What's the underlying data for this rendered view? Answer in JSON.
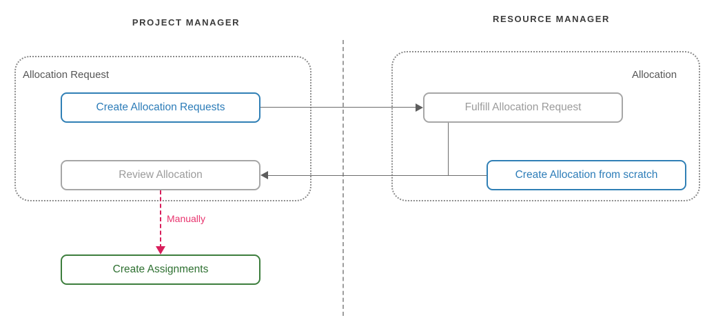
{
  "diagram": {
    "title_left": "PROJECT MANAGER",
    "title_right": "RESOURCE MANAGER",
    "groups": [
      {
        "id": "allocation-request",
        "label": "Allocation Request"
      },
      {
        "id": "allocation",
        "label": "Allocation"
      }
    ],
    "nodes": [
      {
        "id": "create-allocation-requests",
        "label": "Create Allocation Requests",
        "style": "blue"
      },
      {
        "id": "review-allocation",
        "label": "Review Allocation",
        "style": "gray"
      },
      {
        "id": "create-assignments",
        "label": "Create Assignments",
        "style": "green"
      },
      {
        "id": "fulfill-allocation-request",
        "label": "Fulfill Allocation Request",
        "style": "gray"
      },
      {
        "id": "create-allocation-from-scratch",
        "label": "Create Allocation from scratch",
        "style": "blue"
      }
    ],
    "edges": [
      {
        "id": "to-fulfill",
        "label": ""
      },
      {
        "id": "to-review",
        "label": ""
      },
      {
        "id": "manual-review-to-assignments",
        "label": "Manually"
      }
    ],
    "colors": {
      "blue": "#2c7cb8",
      "gray": "#9b9b9b",
      "green": "#2e7031",
      "pink": "#d81e5b",
      "edge": "#6b6b6b",
      "group_border": "#8a8a8a",
      "divider": "#9d9d9d"
    }
  }
}
